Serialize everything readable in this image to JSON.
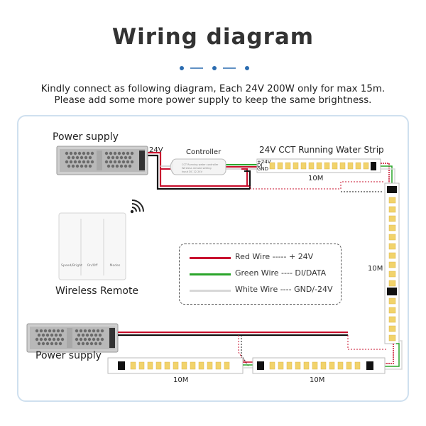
{
  "title": "Wiring diagram",
  "subtitle": {
    "line1": "Kindly connect as following diagram, Each 24V 200W only for max 15m.",
    "line2": "Please add some more power supply to keep the same brightness."
  },
  "labels": {
    "power_supply_top": "Power supply",
    "power_supply_bottom": "Power supply",
    "voltage_tag": "24V",
    "controller": "Controller",
    "strip_title": "24V CCT Running Water Strip",
    "strip_top_length": "10M",
    "strip_right_length": "10M",
    "strip_bottom_left_length": "10M",
    "strip_bottom_right_length": "10M",
    "wireless_remote": "Wireless Remote",
    "remote_buttons": [
      "Speed/Bright",
      "On/Off",
      "Modes"
    ],
    "connector_pins": [
      "+24V",
      "DI",
      "GND"
    ]
  },
  "legend": [
    {
      "text": "Red Wire ----- + 24V",
      "color": "#c8102e"
    },
    {
      "text": "Green Wire ---- DI/DATA",
      "color": "#2aa52a"
    },
    {
      "text": "White Wire ---- GND/-24V",
      "color": "#d8d8d8"
    }
  ],
  "colors": {
    "accent_dots": "#2b6cb0",
    "frame_border": "#cfe0ef",
    "red_wire": "#c8102e",
    "green_wire": "#2aa52a",
    "white_wire": "#d8d8d8",
    "black_wire": "#111111",
    "led": "#f2d36b"
  }
}
